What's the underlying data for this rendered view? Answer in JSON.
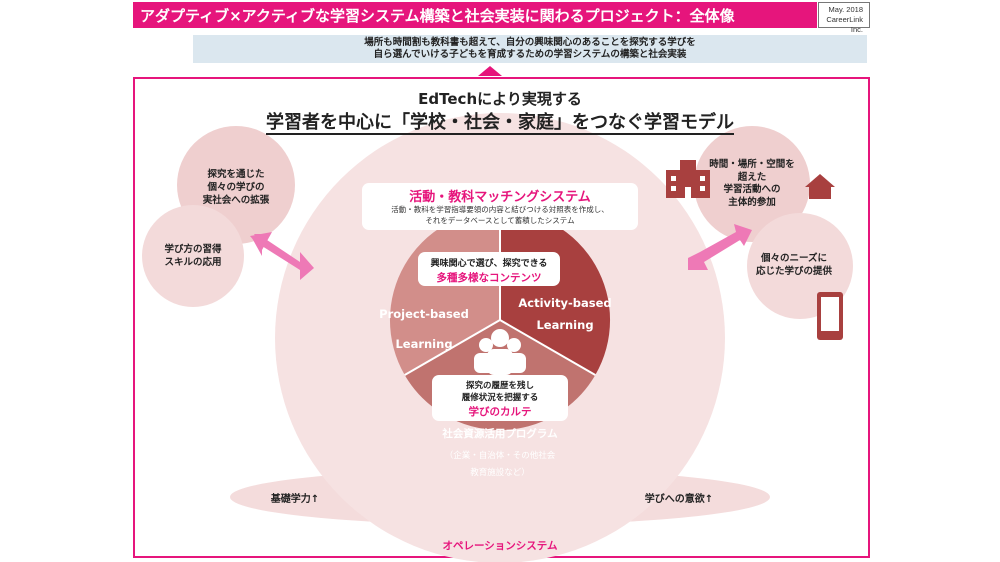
{
  "header": {
    "title": "アダプティブ×アクティブな学習システム構築と社会実装に関わるプロジェクト：全体像",
    "date": "May. 2018",
    "org": "CareerLink Inc."
  },
  "goal": {
    "line1": "場所も時間割も教科書も超えて、自分の興味関心のあることを探究する学びを",
    "line2": "自ら選んでいける子どもを育成するための学習システムの構築と社会実装"
  },
  "model": {
    "title": "EdTechにより実現する",
    "subtitle": "学習者を中心に「学校・社会・家庭」をつなぐ学習モデル"
  },
  "left_bubbles": {
    "b1_l1": "探究を通じた",
    "b1_l2": "個々の学びの",
    "b1_l3": "実社会への拡張",
    "b2_l1": "学び方の習得",
    "b2_l2": "スキルの応用"
  },
  "right_bubbles": {
    "b1_l1": "時間・場所・空間を",
    "b1_l2": "超えた",
    "b1_l3": "学習活動への",
    "b1_l4": "主体的参加",
    "b2_l1": "個々のニーズに",
    "b2_l2": "応じた学びの提供"
  },
  "matching": {
    "title": "活動・教科マッチングシステム",
    "desc1": "活動・教科を学習指導要領の内容と結びつける対照表を作成し、",
    "desc2": "それをデータベースとして蓄積したシステム"
  },
  "contents": {
    "line1": "興味関心で選び、探究できる",
    "line2": "多種多様なコンテンツ"
  },
  "segments": {
    "pbl_l1": "Project-based",
    "pbl_l2": "Learning",
    "abl_l1": "Activity-based",
    "abl_l2": "Learning",
    "social_title": "社会資源活用プログラム",
    "social_l1": "（企業・自治体・その他社会",
    "social_l2": "教育施設など）"
  },
  "karte": {
    "line1": "探究の履歴を残し",
    "line2": "履修状況を把握する",
    "line3": "学びのカルテ"
  },
  "footer": {
    "left": "基礎学力↑",
    "right": "学びへの意欲↑",
    "operation": "オペレーションシステム"
  },
  "colors": {
    "accent": "#e6157c",
    "maroon": "#a8403f",
    "rose": "#c0736f",
    "pink_light": "#f6e2e2",
    "pink_mid": "#efcfcf"
  },
  "icons": [
    "school-icon",
    "house-icon",
    "smartphone-icon",
    "people-icon",
    "double-arrow-icon"
  ]
}
